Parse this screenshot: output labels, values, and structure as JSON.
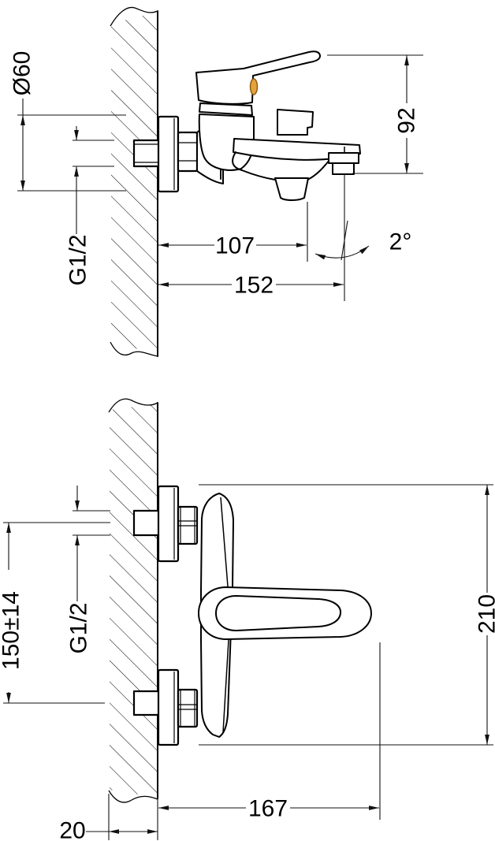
{
  "drawing": {
    "background": "#ffffff",
    "line_color": "#000000",
    "accent_dot_color": "#e3a23c",
    "side_view": {
      "dims": {
        "flange_diameter": "Ø60",
        "thread": "G1/2",
        "height": "92",
        "reach": "107",
        "depth": "152",
        "angle": "2°"
      }
    },
    "plan_view": {
      "dims": {
        "inlet_spacing": "150±14",
        "thread": "G1/2",
        "overall_span": "210",
        "projection": "167",
        "wall_thickness": "20"
      }
    }
  }
}
